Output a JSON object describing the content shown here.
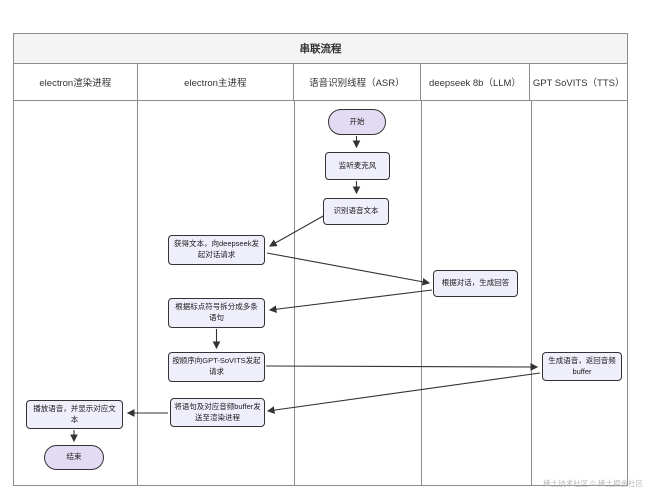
{
  "diagram": {
    "title": "串联流程",
    "lanes": [
      {
        "label": "electron渲染进程"
      },
      {
        "label": "electron主进程"
      },
      {
        "label": "语音识别线程（ASR）"
      },
      {
        "label": "deepseek 8b（LLM）"
      },
      {
        "label": "GPT SoVITS（TTS）"
      }
    ],
    "nodes": {
      "start": "开始",
      "listen": "监听麦克风",
      "recognize": "识别语音文本",
      "get_text": "获得文本，向deepseek发起对话请求",
      "split": "根据标点符号拆分成多条语句",
      "request_tts": "按顺序向GPT-SoVITS发起请求",
      "llm_answer": "根据对话，生成回答",
      "tts_generate": "生成语音，返回音频buffer",
      "send_buffer": "将语句及对应音频buffer发送至渲染进程",
      "play": "播放语音，并显示对应文本",
      "end": "结束"
    },
    "edges": [
      {
        "from": "start",
        "to": "listen"
      },
      {
        "from": "listen",
        "to": "recognize"
      },
      {
        "from": "recognize",
        "to": "get_text"
      },
      {
        "from": "get_text",
        "to": "llm_answer"
      },
      {
        "from": "llm_answer",
        "to": "split"
      },
      {
        "from": "split",
        "to": "request_tts"
      },
      {
        "from": "request_tts",
        "to": "tts_generate"
      },
      {
        "from": "tts_generate",
        "to": "send_buffer"
      },
      {
        "from": "send_buffer",
        "to": "play"
      },
      {
        "from": "play",
        "to": "end"
      }
    ],
    "watermark": "稀土技术社区 © 稀土掘金社区",
    "colors": {
      "stadium_fill": "#e3daf3",
      "rect_fill": "#efeefb",
      "node_border": "#333333",
      "table_line": "#8c8c8c",
      "title_band_bg": "#f4f4f4",
      "arrow": "#333333"
    }
  }
}
